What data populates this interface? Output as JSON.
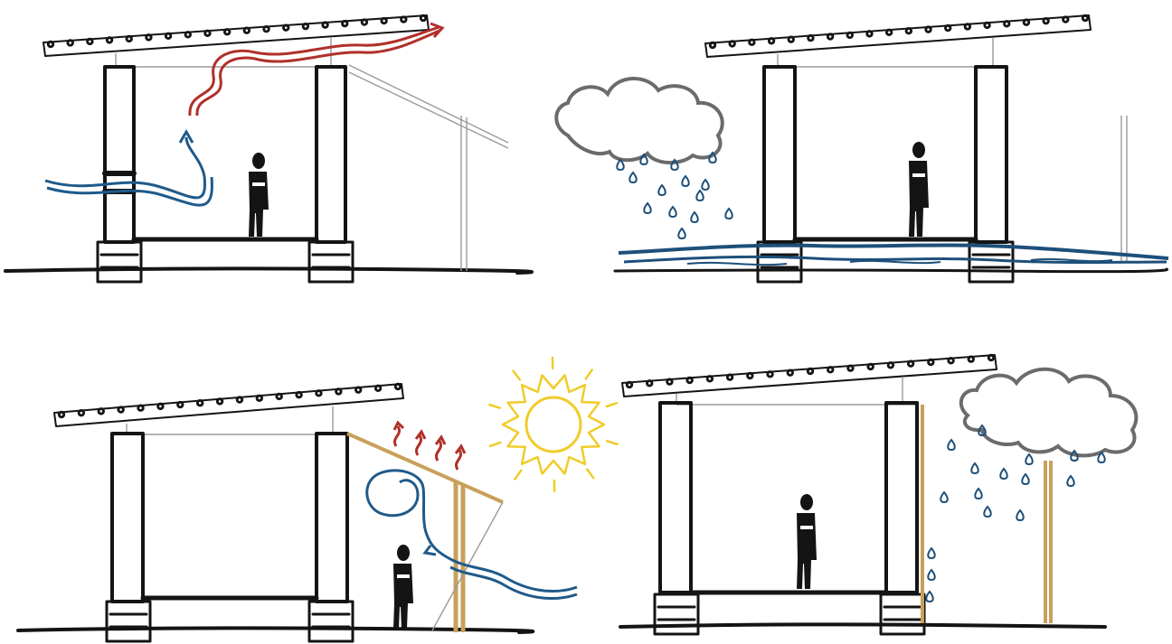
{
  "diagram": {
    "panels": [
      {
        "id": "ventilation",
        "features": [
          "open-roof-gap",
          "fence-post",
          "wind-arrow-blue",
          "hot-air-arrow-red"
        ]
      },
      {
        "id": "flooding",
        "features": [
          "rain-cloud",
          "rain-drops",
          "flood-water"
        ]
      },
      {
        "id": "sun-shading",
        "features": [
          "sun",
          "awning-tan",
          "heat-waves-red",
          "wind-swirl-blue"
        ]
      },
      {
        "id": "rain-screen",
        "features": [
          "rain-cloud",
          "rain-drops",
          "screen-wall-tan",
          "tan-post"
        ]
      }
    ],
    "colors": {
      "ink": "#141414",
      "wind": "#1f5a8a",
      "heat": "#b0302a",
      "water": "#1d4f7a",
      "sun": "#f0cc2a",
      "timber": "#c9a05a",
      "cloud": "#6b6b6b"
    }
  }
}
